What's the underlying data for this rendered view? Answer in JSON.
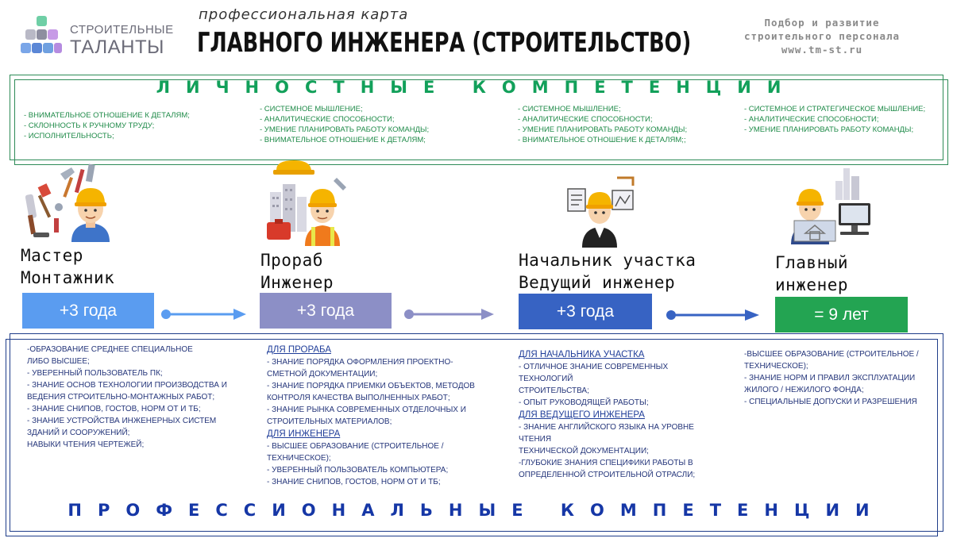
{
  "header": {
    "logo_line1": "СТРОИТЕЛЬНЫЕ",
    "logo_line2": "ТАЛАНТЫ",
    "subtitle": "профессиональная карта",
    "title": "ГЛАВНОГО ИНЖЕНЕРА (СТРОИТЕЛЬСТВО)",
    "tagline": [
      "Подбор и развитие",
      "строительного персонала",
      "www.tm-st.ru"
    ]
  },
  "colors": {
    "green": "#12a05a",
    "navy": "#1637a6",
    "stage1": "#5a9cf0",
    "stage2": "#8c8fc6",
    "stage3": "#3763c3",
    "stage4": "#23a452"
  },
  "personal": {
    "title": "ЛИЧНОСТНЫЕ КОМПЕТЕНЦИИ",
    "columns": [
      [
        "- внимательное отношение к деталям;",
        "- склонность к ручному труду;",
        "- исполнительность;"
      ],
      [
        "- системное мышление;",
        "- аналитические способности;",
        "- умение планировать работу команды;",
        "- внимательное отношение к деталям;"
      ],
      [
        "- системное мышление;",
        "- аналитические способности;",
        "- умение планировать работу команды;",
        "- внимательное отношение к деталям;;"
      ],
      [
        "- системное и стратегическое мышление;",
        "- аналитические способности;",
        "- умение планировать работу команды;"
      ]
    ]
  },
  "stages": [
    {
      "role_lines": [
        "Мастер",
        "Монтажник"
      ],
      "duration": "+3 года",
      "icon": "tools-worker-icon"
    },
    {
      "role_lines": [
        "Прораб",
        "Инженер"
      ],
      "duration": "+3 года",
      "icon": "foreman-buildings-icon"
    },
    {
      "role_lines": [
        "Начальник участка",
        "Ведущий инженер"
      ],
      "duration": "+3 года",
      "icon": "section-chief-plans-icon"
    },
    {
      "role_lines": [
        "Главный",
        "инженер"
      ],
      "duration": "= 9 лет",
      "icon": "chief-engineer-computer-icon"
    }
  ],
  "professional": {
    "title": "ПРОФЕССИОНАЛЬНЫЕ КОМПЕТЕНЦИИ",
    "col1": [
      "-Образование среднее специальное",
      "либо  высшее;",
      "- уверенный пользователь ПК;",
      "- знание основ технологии производства и",
      "ведения строительно-монтажных работ;",
      "- знание СНиПов, ГОСТов, норм ОТ и ТБ;",
      "- знание устройства инженерных систем",
      "зданий и сооружений;",
      "навыки чтения чертежей;"
    ],
    "col2_h1": "ДЛЯ ПРОРАБА",
    "col2_a": [
      "- знание порядка оформления проектно-",
      "сметной документации;",
      "- знание порядка приемки объектов, методов",
      "контроля качества выполненных работ;",
      "- знание рынка современных отделочных и",
      "строительных материалов;"
    ],
    "col2_h2": "ДЛЯ ИНЖЕНЕРА",
    "col2_b": [
      "- высшее образование (строительное /",
      "техническое);",
      "- уверенный пользователь компьютера;",
      "- знание СНиПов, ГОСТов, норм ОТ и ТБ;"
    ],
    "col3_h1": "ДЛЯ НАЧАЛЬНИКА УЧАСТКА",
    "col3_a": [
      "- отличное знание современных",
      "технологий",
      "строительства;",
      "- опыт руководящей работы;"
    ],
    "col3_h2": "ДЛЯ ВЕДУЩЕГО ИНЖЕНЕРА",
    "col3_b": [
      "- знание английского языка на уровне",
      "чтения",
      "технической документации;",
      "-глубокие знания специфики работы в",
      "определенной строительной отрасли;"
    ],
    "col4": [
      "-Высшее образование (строительное /",
      "техническое);",
      "- знание норм и правил эксплуатации",
      "жилого / нежилого фонда;",
      "- специальные допуски и разрешения"
    ]
  }
}
